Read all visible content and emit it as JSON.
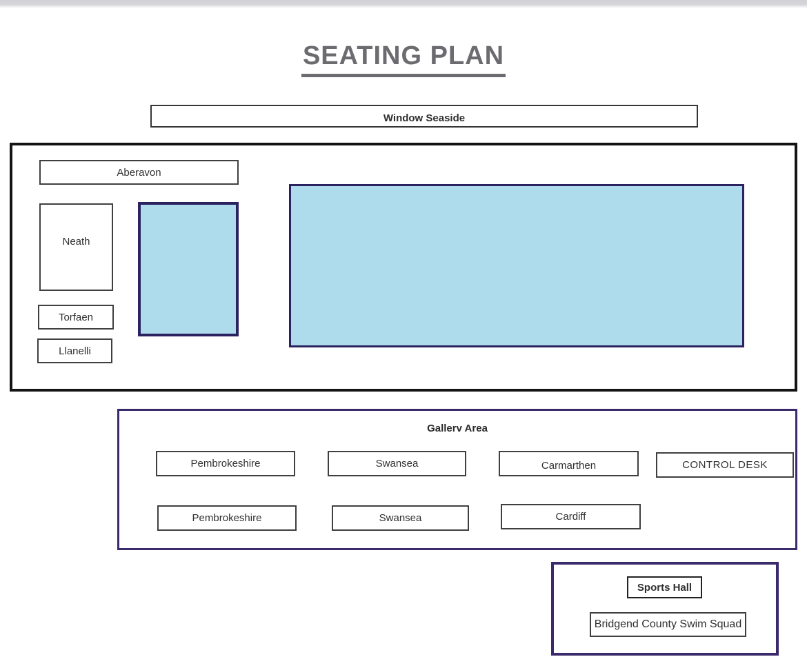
{
  "title": "SEATING PLAN",
  "window": {
    "label": "Window Seaside"
  },
  "pool_area": {
    "aberavon": "Aberavon",
    "neath": "Neath",
    "torfaen": "Torfaen",
    "llanelli": "Llanelli"
  },
  "gallery": {
    "title": "Gallerv Area",
    "row1": [
      "Pembrokeshire",
      "Swansea",
      "Carmarthen",
      "CONTROL DESK"
    ],
    "row2": [
      "Pembrokeshire",
      "Swansea",
      "Cardiff"
    ]
  },
  "sports_hall": {
    "title": "Sports Hall",
    "occupant": "Bridgend County Swim Squad"
  },
  "colors": {
    "pool_fill": "#aedced",
    "pool_border": "#2b2260",
    "area_border": "#3b2a6b",
    "title_color": "#6b6b70"
  }
}
